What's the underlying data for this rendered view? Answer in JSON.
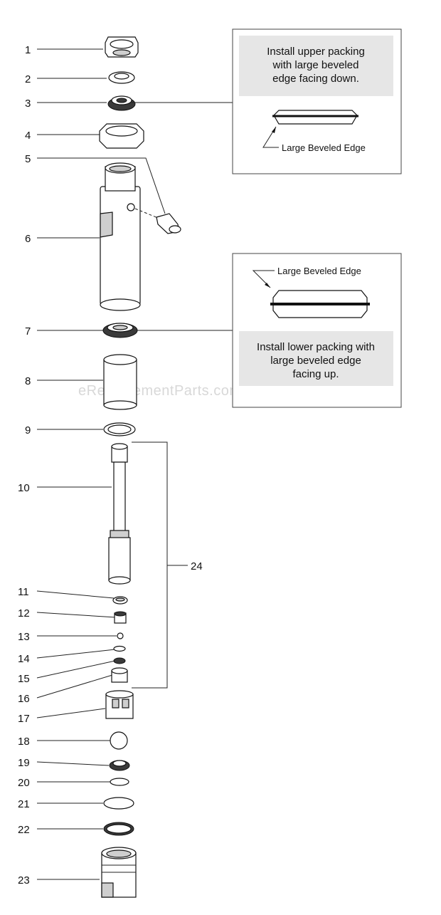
{
  "watermark": "eReplacementParts.com",
  "labels": {
    "p1": "1",
    "p2": "2",
    "p3": "3",
    "p4": "4",
    "p5": "5",
    "p6": "6",
    "p7": "7",
    "p8": "8",
    "p9": "9",
    "p10": "10",
    "p11": "11",
    "p12": "12",
    "p13": "13",
    "p14": "14",
    "p15": "15",
    "p16": "16",
    "p17": "17",
    "p18": "18",
    "p19": "19",
    "p20": "20",
    "p21": "21",
    "p22": "22",
    "p23": "23",
    "p24": "24"
  },
  "note_upper": {
    "line1": "Install upper packing",
    "line2": "with large beveled",
    "line3": "edge facing down.",
    "callout": "Large Beveled Edge"
  },
  "note_lower": {
    "callout": "Large Beveled Edge",
    "line1": "Install lower packing with",
    "line2": "large beveled edge",
    "line3": "facing up."
  }
}
